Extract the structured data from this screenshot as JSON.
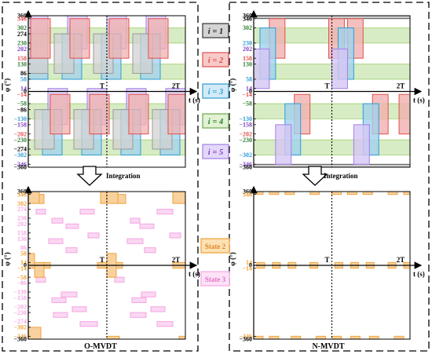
{
  "colors": {
    "i1": "#9a9a9a",
    "i2": "#e0504e",
    "i3": "#2f9bd6",
    "i4": "#9ccf6c",
    "i5": "#a37fe6",
    "state2": "#f0a23a",
    "state3": "#f4a6e3"
  },
  "legend": {
    "i1": "i = 1",
    "i2": "i = 2",
    "i3": "i = 3",
    "i4": "i = 4",
    "i5": "i = 5",
    "state2": "State 2",
    "state3": "State 3"
  },
  "labels": {
    "phi_axis": "φ (°)",
    "t_axis": "t (s)",
    "T": "T",
    "twoT": "2T",
    "integration": "Integration",
    "omvdt": "O-MVDT",
    "nmvdt": "N-MVDT"
  },
  "ticks": {
    "tl": [
      {
        "v": 360,
        "t": "360",
        "c": "#000000"
      },
      {
        "v": 346,
        "t": "346",
        "c": "#e0504e"
      },
      {
        "v": 302,
        "t": "302",
        "c": "#2e7d32"
      },
      {
        "v": 274,
        "t": "274",
        "c": "#000000"
      },
      {
        "v": 230,
        "t": "230",
        "c": "#2e7d32"
      },
      {
        "v": 202,
        "t": "202",
        "c": "#7e3fc4"
      },
      {
        "v": 158,
        "t": "158",
        "c": "#e0504e"
      },
      {
        "v": 130,
        "t": "130",
        "c": "#2e7d32"
      },
      {
        "v": 86,
        "t": "86",
        "c": "#000000"
      },
      {
        "v": 58,
        "t": "58",
        "c": "#2f9bd6"
      },
      {
        "v": 14,
        "t": "14",
        "c": "#7e3fc4"
      },
      {
        "v": 0,
        "t": "0",
        "c": "#000000"
      },
      {
        "v": -14,
        "t": "−14",
        "c": "#e0504e"
      },
      {
        "v": -58,
        "t": "−58",
        "c": "#2e7d32"
      },
      {
        "v": -86,
        "t": "−86",
        "c": "#000000"
      },
      {
        "v": -130,
        "t": "−130",
        "c": "#2f9bd6"
      },
      {
        "v": -158,
        "t": "−158",
        "c": "#7e3fc4"
      },
      {
        "v": -202,
        "t": "−202",
        "c": "#e0504e"
      },
      {
        "v": -230,
        "t": "−230",
        "c": "#2e7d32"
      },
      {
        "v": -274,
        "t": "−274",
        "c": "#000000"
      },
      {
        "v": -302,
        "t": "−302",
        "c": "#2f9bd6"
      },
      {
        "v": -346,
        "t": "−346",
        "c": "#7e3fc4"
      },
      {
        "v": -360,
        "t": "−360",
        "c": "#000000"
      }
    ],
    "tr": [
      {
        "v": 360,
        "t": "360",
        "c": "#000000"
      },
      {
        "v": 346,
        "t": "346",
        "c": "#000000"
      },
      {
        "v": 302,
        "t": "302",
        "c": "#2e7d32"
      },
      {
        "v": 230,
        "t": "230",
        "c": "#2f9bd6"
      },
      {
        "v": 202,
        "t": "202",
        "c": "#7e3fc4"
      },
      {
        "v": 158,
        "t": "158",
        "c": "#e0504e"
      },
      {
        "v": 130,
        "t": "130",
        "c": "#2e7d32"
      },
      {
        "v": 58,
        "t": "58",
        "c": "#2f9bd6"
      },
      {
        "v": 14,
        "t": "14",
        "c": "#7e3fc4"
      },
      {
        "v": 0,
        "t": "0",
        "c": "#000000"
      },
      {
        "v": -14,
        "t": "−14",
        "c": "#e0504e"
      },
      {
        "v": -58,
        "t": "−58",
        "c": "#2e7d32"
      },
      {
        "v": -130,
        "t": "−130",
        "c": "#2f9bd6"
      },
      {
        "v": -158,
        "t": "−158",
        "c": "#7e3fc4"
      },
      {
        "v": -202,
        "t": "−202",
        "c": "#e0504e"
      },
      {
        "v": -230,
        "t": "−230",
        "c": "#2e7d32"
      },
      {
        "v": -302,
        "t": "−302",
        "c": "#2f9bd6"
      },
      {
        "v": -346,
        "t": "−346",
        "c": "#7e3fc4"
      },
      {
        "v": -360,
        "t": "−360",
        "c": "#000000"
      }
    ],
    "bl": [
      {
        "v": 360,
        "t": "360",
        "c": "#000000"
      },
      {
        "v": 346,
        "t": "346",
        "c": "#f0a23a"
      },
      {
        "v": 302,
        "t": "302",
        "c": "#f0a23a"
      },
      {
        "v": 274,
        "t": "274",
        "c": "#f4a6e3"
      },
      {
        "v": 230,
        "t": "230",
        "c": "#f4a6e3"
      },
      {
        "v": 202,
        "t": "202",
        "c": "#f4a6e3"
      },
      {
        "v": 158,
        "t": "158",
        "c": "#f4a6e3"
      },
      {
        "v": 130,
        "t": "130",
        "c": "#f4a6e3"
      },
      {
        "v": 86,
        "t": "86",
        "c": "#f4a6e3"
      },
      {
        "v": 58,
        "t": "58",
        "c": "#f0a23a"
      },
      {
        "v": 14,
        "t": "14",
        "c": "#f0a23a"
      },
      {
        "v": 0,
        "t": "0",
        "c": "#000000"
      },
      {
        "v": -14,
        "t": "−14",
        "c": "#f0a23a"
      },
      {
        "v": -58,
        "t": "−58",
        "c": "#f0a23a"
      },
      {
        "v": -86,
        "t": "−86",
        "c": "#f4a6e3"
      },
      {
        "v": -130,
        "t": "−130",
        "c": "#f4a6e3"
      },
      {
        "v": -158,
        "t": "−158",
        "c": "#f4a6e3"
      },
      {
        "v": -202,
        "t": "−202",
        "c": "#f4a6e3"
      },
      {
        "v": -230,
        "t": "−230",
        "c": "#f4a6e3"
      },
      {
        "v": -274,
        "t": "−274",
        "c": "#f4a6e3"
      },
      {
        "v": -302,
        "t": "−302",
        "c": "#f0a23a"
      },
      {
        "v": -346,
        "t": "−346",
        "c": "#f0a23a"
      },
      {
        "v": -360,
        "t": "−360",
        "c": "#000000"
      }
    ],
    "br": [
      {
        "v": 360,
        "t": "360",
        "c": "#000000"
      },
      {
        "v": 346,
        "t": "346",
        "c": "#f0a23a"
      },
      {
        "v": 14,
        "t": "14",
        "c": "#f0a23a"
      },
      {
        "v": 0,
        "t": "0",
        "c": "#000000"
      },
      {
        "v": -14,
        "t": "−14",
        "c": "#f0a23a"
      },
      {
        "v": -346,
        "t": "−346",
        "c": "#f0a23a"
      },
      {
        "v": -360,
        "t": "−360",
        "c": "#000000"
      }
    ]
  }
}
